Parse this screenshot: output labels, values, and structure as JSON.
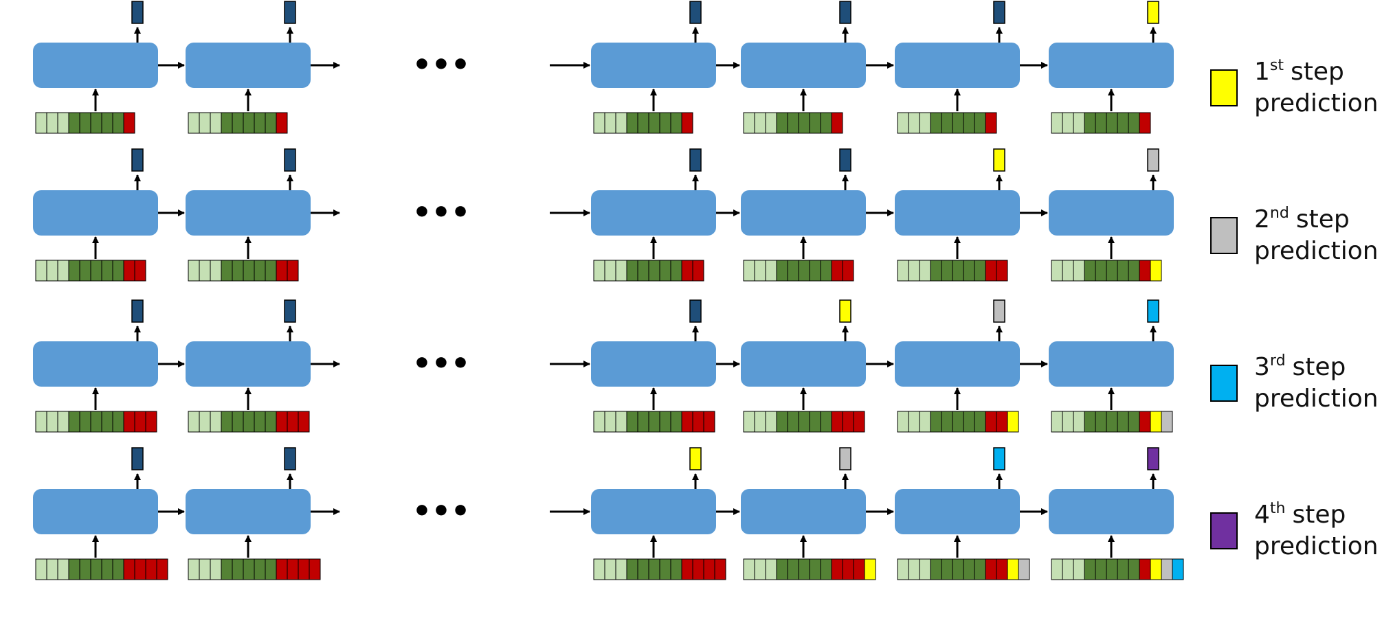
{
  "colors": {
    "cell_blue": "#5b9bd5",
    "output_navy": "#1f4e79",
    "input_light_green": "#c5e0b4",
    "input_dark_green": "#548235",
    "input_red": "#c00000",
    "pred_1": "#ffff00",
    "pred_2": "#bfbfbf",
    "pred_3": "#00b0f0",
    "pred_4": "#7030a0",
    "stroke": "#000000"
  },
  "ellipsis": "•••",
  "legend": [
    {
      "num": "1",
      "sup": "st",
      "word": "step",
      "line2": "prediction",
      "swatch": "pred_1"
    },
    {
      "num": "2",
      "sup": "nd",
      "word": "step",
      "line2": "prediction",
      "swatch": "pred_2"
    },
    {
      "num": "3",
      "sup": "rd",
      "word": "step",
      "line2": "prediction",
      "swatch": "pred_3"
    },
    {
      "num": "4",
      "sup": "th",
      "word": "step",
      "line2": "prediction",
      "swatch": "pred_4"
    }
  ],
  "rows": [
    {
      "outputs": [
        "output_navy",
        "output_navy",
        "output_navy",
        "output_navy",
        "output_navy",
        "pred_1"
      ],
      "inputs": [
        [
          "input_light_green",
          "input_light_green",
          "input_light_green",
          "input_dark_green",
          "input_dark_green",
          "input_dark_green",
          "input_dark_green",
          "input_dark_green",
          "input_red"
        ],
        [
          "input_light_green",
          "input_light_green",
          "input_light_green",
          "input_dark_green",
          "input_dark_green",
          "input_dark_green",
          "input_dark_green",
          "input_dark_green",
          "input_red"
        ],
        [
          "input_light_green",
          "input_light_green",
          "input_light_green",
          "input_dark_green",
          "input_dark_green",
          "input_dark_green",
          "input_dark_green",
          "input_dark_green",
          "input_red"
        ],
        [
          "input_light_green",
          "input_light_green",
          "input_light_green",
          "input_dark_green",
          "input_dark_green",
          "input_dark_green",
          "input_dark_green",
          "input_dark_green",
          "input_red"
        ],
        [
          "input_light_green",
          "input_light_green",
          "input_light_green",
          "input_dark_green",
          "input_dark_green",
          "input_dark_green",
          "input_dark_green",
          "input_dark_green",
          "input_red"
        ],
        [
          "input_light_green",
          "input_light_green",
          "input_light_green",
          "input_dark_green",
          "input_dark_green",
          "input_dark_green",
          "input_dark_green",
          "input_dark_green",
          "input_red"
        ]
      ]
    },
    {
      "outputs": [
        "output_navy",
        "output_navy",
        "output_navy",
        "output_navy",
        "pred_1",
        "pred_2"
      ],
      "inputs": [
        [
          "input_light_green",
          "input_light_green",
          "input_light_green",
          "input_dark_green",
          "input_dark_green",
          "input_dark_green",
          "input_dark_green",
          "input_dark_green",
          "input_red",
          "input_red"
        ],
        [
          "input_light_green",
          "input_light_green",
          "input_light_green",
          "input_dark_green",
          "input_dark_green",
          "input_dark_green",
          "input_dark_green",
          "input_dark_green",
          "input_red",
          "input_red"
        ],
        [
          "input_light_green",
          "input_light_green",
          "input_light_green",
          "input_dark_green",
          "input_dark_green",
          "input_dark_green",
          "input_dark_green",
          "input_dark_green",
          "input_red",
          "input_red"
        ],
        [
          "input_light_green",
          "input_light_green",
          "input_light_green",
          "input_dark_green",
          "input_dark_green",
          "input_dark_green",
          "input_dark_green",
          "input_dark_green",
          "input_red",
          "input_red"
        ],
        [
          "input_light_green",
          "input_light_green",
          "input_light_green",
          "input_dark_green",
          "input_dark_green",
          "input_dark_green",
          "input_dark_green",
          "input_dark_green",
          "input_red",
          "input_red"
        ],
        [
          "input_light_green",
          "input_light_green",
          "input_light_green",
          "input_dark_green",
          "input_dark_green",
          "input_dark_green",
          "input_dark_green",
          "input_dark_green",
          "input_red",
          "pred_1"
        ]
      ]
    },
    {
      "outputs": [
        "output_navy",
        "output_navy",
        "output_navy",
        "pred_1",
        "pred_2",
        "pred_3"
      ],
      "inputs": [
        [
          "input_light_green",
          "input_light_green",
          "input_light_green",
          "input_dark_green",
          "input_dark_green",
          "input_dark_green",
          "input_dark_green",
          "input_dark_green",
          "input_red",
          "input_red",
          "input_red"
        ],
        [
          "input_light_green",
          "input_light_green",
          "input_light_green",
          "input_dark_green",
          "input_dark_green",
          "input_dark_green",
          "input_dark_green",
          "input_dark_green",
          "input_red",
          "input_red",
          "input_red"
        ],
        [
          "input_light_green",
          "input_light_green",
          "input_light_green",
          "input_dark_green",
          "input_dark_green",
          "input_dark_green",
          "input_dark_green",
          "input_dark_green",
          "input_red",
          "input_red",
          "input_red"
        ],
        [
          "input_light_green",
          "input_light_green",
          "input_light_green",
          "input_dark_green",
          "input_dark_green",
          "input_dark_green",
          "input_dark_green",
          "input_dark_green",
          "input_red",
          "input_red",
          "input_red"
        ],
        [
          "input_light_green",
          "input_light_green",
          "input_light_green",
          "input_dark_green",
          "input_dark_green",
          "input_dark_green",
          "input_dark_green",
          "input_dark_green",
          "input_red",
          "input_red",
          "pred_1"
        ],
        [
          "input_light_green",
          "input_light_green",
          "input_light_green",
          "input_dark_green",
          "input_dark_green",
          "input_dark_green",
          "input_dark_green",
          "input_dark_green",
          "input_red",
          "pred_1",
          "pred_2"
        ]
      ]
    },
    {
      "outputs": [
        "output_navy",
        "output_navy",
        "pred_1",
        "pred_2",
        "pred_3",
        "pred_4"
      ],
      "inputs": [
        [
          "input_light_green",
          "input_light_green",
          "input_light_green",
          "input_dark_green",
          "input_dark_green",
          "input_dark_green",
          "input_dark_green",
          "input_dark_green",
          "input_red",
          "input_red",
          "input_red",
          "input_red"
        ],
        [
          "input_light_green",
          "input_light_green",
          "input_light_green",
          "input_dark_green",
          "input_dark_green",
          "input_dark_green",
          "input_dark_green",
          "input_dark_green",
          "input_red",
          "input_red",
          "input_red",
          "input_red"
        ],
        [
          "input_light_green",
          "input_light_green",
          "input_light_green",
          "input_dark_green",
          "input_dark_green",
          "input_dark_green",
          "input_dark_green",
          "input_dark_green",
          "input_red",
          "input_red",
          "input_red",
          "input_red"
        ],
        [
          "input_light_green",
          "input_light_green",
          "input_light_green",
          "input_dark_green",
          "input_dark_green",
          "input_dark_green",
          "input_dark_green",
          "input_dark_green",
          "input_red",
          "input_red",
          "input_red",
          "pred_1"
        ],
        [
          "input_light_green",
          "input_light_green",
          "input_light_green",
          "input_dark_green",
          "input_dark_green",
          "input_dark_green",
          "input_dark_green",
          "input_dark_green",
          "input_red",
          "input_red",
          "pred_1",
          "pred_2"
        ],
        [
          "input_light_green",
          "input_light_green",
          "input_light_green",
          "input_dark_green",
          "input_dark_green",
          "input_dark_green",
          "input_dark_green",
          "input_dark_green",
          "input_red",
          "pred_1",
          "pred_2",
          "pred_3"
        ]
      ]
    }
  ]
}
